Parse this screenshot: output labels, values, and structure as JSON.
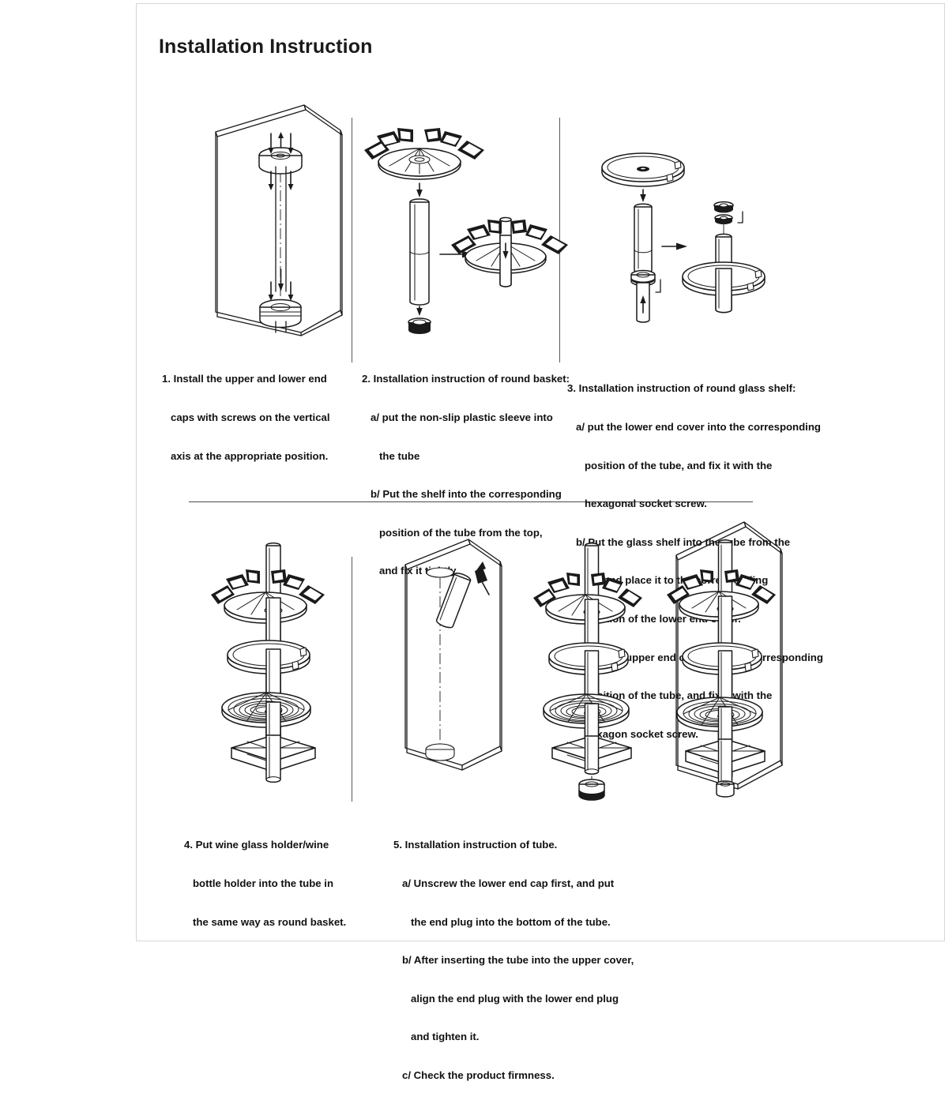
{
  "document": {
    "title": "Installation Instruction"
  },
  "steps": [
    {
      "id": "step-1",
      "number": "1.",
      "lines": [
        {
          "text": "1. Install the upper and lower end",
          "indent": 0
        },
        {
          "text": "caps with screws on the vertical",
          "indent": 1
        },
        {
          "text": "axis at the appropriate position.",
          "indent": 1
        }
      ],
      "figure_name": "figure-end-caps-on-vertical-axis"
    },
    {
      "id": "step-2",
      "number": "2.",
      "lines": [
        {
          "text": "2. Installation instruction of round basket:",
          "indent": 0
        },
        {
          "text": "a/ put the non-slip plastic sleeve into",
          "indent": 1
        },
        {
          "text": "the tube",
          "indent": 2
        },
        {
          "text": "b/ Put the shelf into the corresponding",
          "indent": 1
        },
        {
          "text": "position of the tube from the top,",
          "indent": 2
        },
        {
          "text": "and fix it tightly.",
          "indent": 2
        }
      ],
      "figure_name": "figure-round-basket-assembly"
    },
    {
      "id": "step-3",
      "number": "3.",
      "lines": [
        {
          "text": "3. Installation instruction of round glass shelf:",
          "indent": 0
        },
        {
          "text": "a/ put the lower end cover into the corresponding",
          "indent": 1
        },
        {
          "text": "position of the tube, and fix it with the",
          "indent": 2
        },
        {
          "text": "hexagonal socket screw.",
          "indent": 2
        },
        {
          "text": "b/ Put the glass shelf into the tube from the",
          "indent": 1
        },
        {
          "text": "top and place it to the corresponding",
          "indent": 2
        },
        {
          "text": "position of the lower end cover.",
          "indent": 2
        },
        {
          "text": "c/ Put the upper end cover into the corresponding",
          "indent": 1
        },
        {
          "text": "position of the tube, and fix it with the",
          "indent": 2
        },
        {
          "text": "hexagon socket screw.",
          "indent": 2
        }
      ],
      "figure_name": "figure-round-glass-shelf-assembly"
    },
    {
      "id": "step-4",
      "number": "4.",
      "lines": [
        {
          "text": "4. Put wine glass holder/wine",
          "indent": 0
        },
        {
          "text": "bottle holder into the tube in",
          "indent": 1
        },
        {
          "text": "the same way as round basket.",
          "indent": 1
        }
      ],
      "figure_name": "figure-wine-glass-and-bottle-holder-stack"
    },
    {
      "id": "step-5",
      "number": "5.",
      "lines": [
        {
          "text": "5. Installation instruction of tube.",
          "indent": 0
        },
        {
          "text": "a/ Unscrew the lower end cap first, and put",
          "indent": 1
        },
        {
          "text": "the end plug into the bottom of the tube.",
          "indent": 2
        },
        {
          "text": "b/ After inserting the tube into the upper cover,",
          "indent": 1
        },
        {
          "text": "align the end plug with the lower end plug",
          "indent": 2
        },
        {
          "text": "and tighten it.",
          "indent": 2
        },
        {
          "text": "c/ Check the product firmness.",
          "indent": 1
        }
      ],
      "figure_names": [
        "figure-tube-into-cabinet",
        "figure-full-stack-with-end-plug",
        "figure-installed-assembly-in-cabinet"
      ]
    }
  ],
  "colors": {
    "ink": "#1a1a1a",
    "page_border": "#d6d6d6",
    "divider": "#4a4a4a",
    "background": "#ffffff"
  },
  "icons": {
    "down_arrow": "arrow-down-icon",
    "right_arrow": "arrow-right-icon",
    "up_arrow": "arrow-up-icon",
    "center_line": "center-axis-dashdot-icon"
  }
}
